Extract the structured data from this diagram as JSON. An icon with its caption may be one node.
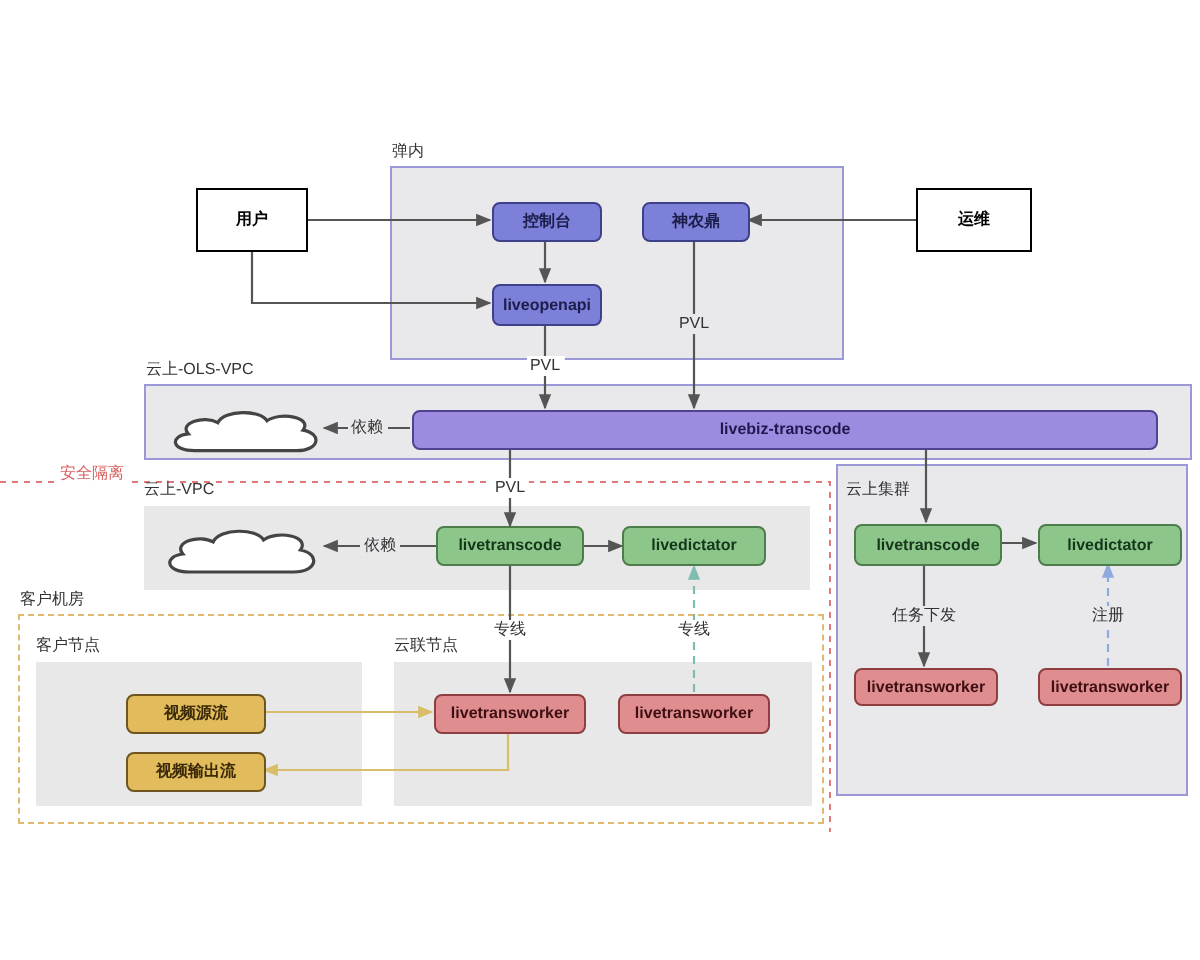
{
  "diagram": {
    "nodes": [
      {
        "text": [
          "弹内"
        ]
      },
      {
        "text": [
          "控制台"
        ],
        "in": 0
      },
      {
        "text": [
          "神农鼎"
        ],
        "in": 0
      },
      {
        "text": [
          "liveopenapi"
        ],
        "in": 0
      },
      {
        "text": [
          "用户"
        ]
      },
      {
        "text": [
          "运维"
        ]
      },
      {
        "text": [
          "云上-OLS-VPC"
        ]
      },
      {
        "text": [],
        "shape": "cloud",
        "in": 6
      },
      {
        "text": [
          "livebiz-transcode"
        ],
        "in": 6
      },
      {
        "text": [
          "云上-VPC"
        ]
      },
      {
        "text": [],
        "shape": "cloud",
        "in": 9
      },
      {
        "text": [
          "livetranscode"
        ],
        "in": 9
      },
      {
        "text": [
          "livedictator"
        ],
        "in": 9
      },
      {
        "text": [
          "云上集群"
        ]
      },
      {
        "text": [
          "livetranscode"
        ],
        "in": 13
      },
      {
        "text": [
          "livedictator"
        ],
        "in": 13
      },
      {
        "text": [
          "livetransworker"
        ],
        "in": 13
      },
      {
        "text": [
          "livetransworker"
        ],
        "in": 13
      },
      {
        "text": [
          "客户机房"
        ]
      },
      {
        "text": [
          "客户节点"
        ],
        "in": 18
      },
      {
        "text": [
          "视频源流"
        ],
        "in": 19
      },
      {
        "text": [
          "视频输出流"
        ],
        "in": 19
      },
      {
        "text": [
          "云联节点"
        ],
        "in": 18
      },
      {
        "text": [
          "livetransworker"
        ],
        "in": 22
      },
      {
        "text": [
          "livetransworker"
        ],
        "in": 22
      }
    ],
    "edges": [
      {
        "from": 4,
        "to": 1,
        "arrow": "to"
      },
      {
        "from": 4,
        "to": 3,
        "arrow": "to"
      },
      {
        "from": 1,
        "to": 3,
        "arrow": "to"
      },
      {
        "from": 5,
        "to": 2,
        "arrow": "to"
      },
      {
        "from": 3,
        "to": 8,
        "arrow": "to",
        "label": "PVL"
      },
      {
        "from": 2,
        "to": 8,
        "arrow": "to",
        "label": "PVL"
      },
      {
        "from": 8,
        "to": 7,
        "arrow": "to",
        "label": "依赖"
      },
      {
        "from": 8,
        "to": 11,
        "arrow": "to",
        "label": "PVL"
      },
      {
        "from": 8,
        "to": 14,
        "arrow": "to"
      },
      {
        "from": 11,
        "to": 10,
        "arrow": "to",
        "label": "依赖"
      },
      {
        "from": 11,
        "to": 12,
        "arrow": "to"
      },
      {
        "from": 14,
        "to": 15,
        "arrow": "to"
      },
      {
        "from": 11,
        "to": 23,
        "arrow": "to",
        "label": "专线"
      },
      {
        "from": 24,
        "to": 12,
        "arrow": "to",
        "label": "专线",
        "style": "dashed",
        "color": "#7fbcb2"
      },
      {
        "from": 14,
        "to": 16,
        "arrow": "to",
        "label": "任务下发"
      },
      {
        "from": 17,
        "to": 15,
        "arrow": "to",
        "label": "注册",
        "style": "dashed",
        "color": "#8eaade"
      },
      {
        "from": 20,
        "to": 23,
        "arrow": "to",
        "color": "#d9bd6a"
      },
      {
        "from": 23,
        "to": 21,
        "arrow": "to",
        "color": "#d9bd6a"
      }
    ],
    "labels": [
      "安全隔离"
    ]
  }
}
